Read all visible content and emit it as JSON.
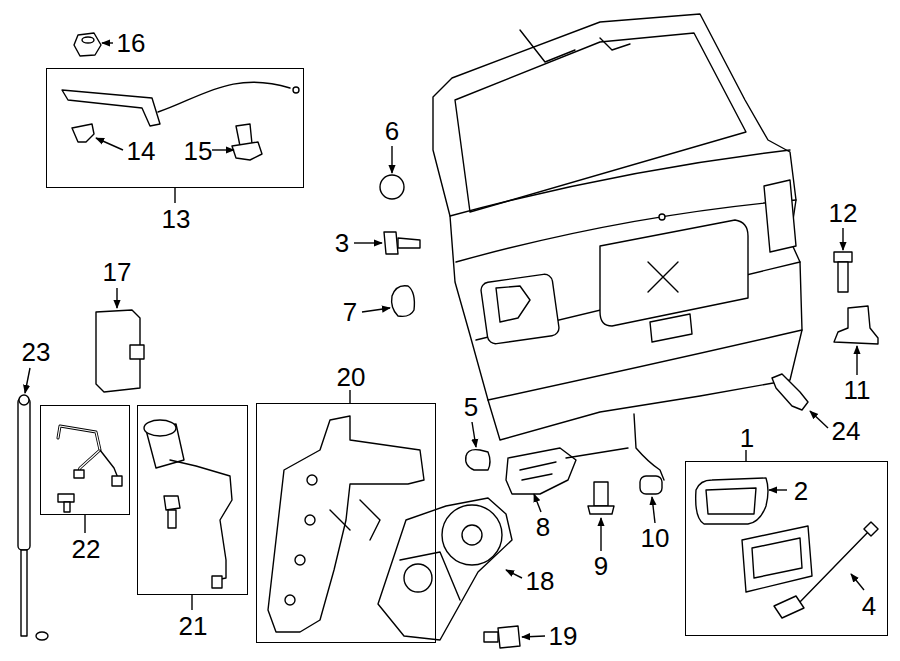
{
  "diagram": {
    "nodes": [
      {
        "text": [
          "13",
          "14",
          "15"
        ]
      },
      {
        "text": [
          "22"
        ]
      },
      {
        "text": [
          "21"
        ]
      },
      {
        "text": [
          "20"
        ]
      },
      {
        "text": [
          "1",
          "2",
          "4"
        ]
      }
    ],
    "labels": [
      "16",
      "6",
      "12",
      "3",
      "17",
      "7",
      "23",
      "11",
      "5",
      "24",
      "8",
      "10",
      "9",
      "18",
      "19"
    ]
  }
}
